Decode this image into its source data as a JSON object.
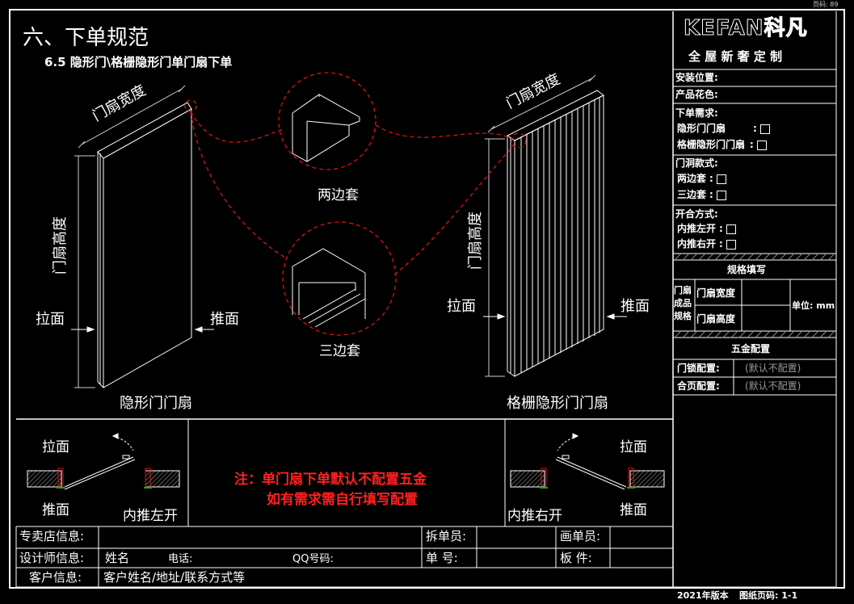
{
  "page_no": "页码: 89",
  "section_title": "六、下单规范",
  "subsection": "6.5 隐形门\\格栅隐形门单门扇下单",
  "brand": {
    "logo": "KEFAN科凡",
    "tagline": "全 屋 新 奢 定 制"
  },
  "left_door": {
    "width_label": "门扇宽度",
    "height_label": "门扇高度",
    "pull_label": "拉面",
    "push_label": "推面",
    "caption": "隐形门门扇"
  },
  "right_door": {
    "width_label": "门扇宽度",
    "height_label": "门扇高度",
    "pull_label": "拉面",
    "push_label": "推面",
    "caption": "格栅隐形门门扇"
  },
  "details": {
    "two_side": "两边套",
    "three_side": "三边套"
  },
  "bottom_left": {
    "pull": "拉面",
    "push": "推面",
    "type": "内推左开"
  },
  "bottom_right": {
    "pull": "拉面",
    "push": "推面",
    "type": "内推右开"
  },
  "note": {
    "line1": "注：单门扇下单默认不配置五金",
    "line2": "如有需求需自行填写配置"
  },
  "panel": {
    "install_pos": "安装位置:",
    "product_color": "产品花色:",
    "order_need": "下单需求:",
    "opt_hidden": "隐形门门扇",
    "opt_grille": "格栅隐形门门扇",
    "cover_style": "门洞款式:",
    "opt_two": "两边套",
    "opt_three": "三边套",
    "open_mode": "开合方式:",
    "opt_left": "内推左开",
    "opt_right": "内推右开",
    "spec_title": "规格填写",
    "spec_side": "门扇成品规格",
    "spec_width": "门扇宽度",
    "spec_height": "门扇高度",
    "unit": "单位: mm",
    "hw_title": "五金配置",
    "lock_cfg": "门锁配置:",
    "hinge_cfg": "合页配置:",
    "default_cfg": "(默认不配置)"
  },
  "footer": {
    "store_info": "专卖店信息:",
    "designer_info": "设计师信息:",
    "name": "姓名",
    "phone": "电话:",
    "qq": "QQ号码:",
    "customer_info": "客户信息:",
    "customer_fields": "客户姓名/地址/联系方式等",
    "splitter": "拆单员:",
    "drawer": "画单员:",
    "order_no": "单    号:",
    "board": "板    件:",
    "version": "2021年版本",
    "sheet": "图纸页码: 1-1"
  }
}
